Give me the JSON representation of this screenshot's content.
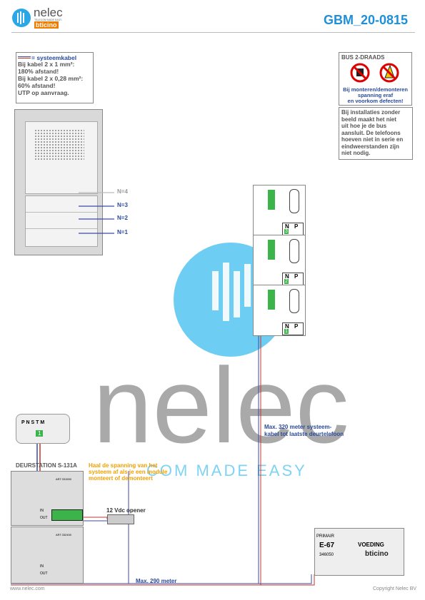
{
  "header": {
    "brand_name": "nelec",
    "brand_tagline": "TELECOM MADE EASY",
    "brand_sub": "bticino",
    "doc_code": "GBM_20-0815"
  },
  "legend": {
    "cable_label": "= systeemkabel",
    "lines": [
      "Bij kabel 2 x 1 mm²:",
      "180% afstand!",
      "Bij kabel 2 x 0,28 mm²:",
      "60% afstand!",
      "UTP op aanvraag."
    ]
  },
  "bus_box": {
    "title": "BUS 2-DRAADS",
    "warning_lines": [
      "Bij monteren/demonteren",
      "spanning eraf",
      "en voorkom defecten!"
    ]
  },
  "info_box": {
    "lines": [
      "Bij installaties zonder",
      "beeld maakt het niet",
      "uit hoe je de bus",
      "aansluit. De telefoons",
      "hoeven niet in serie en",
      "eindweerstanden zijn",
      "niet nodig."
    ]
  },
  "panel_labels": {
    "n4": "N=4",
    "n3": "N=3",
    "n2": "N=2",
    "n1": "N=1"
  },
  "phones": [
    {
      "n_label": "N",
      "p_label": "P",
      "n_value": "3"
    },
    {
      "n_label": "N",
      "p_label": "P",
      "n_value": "2"
    },
    {
      "n_label": "N",
      "p_label": "P",
      "n_value": "1"
    }
  ],
  "distance_note": [
    "Max. 320 meter systeem-",
    "kabel tot laatste deurtelefoon"
  ],
  "door_station": {
    "title": "DEURSTATION S-131A",
    "warning": [
      "Haal de spanning van het",
      "systeem af als je een module",
      "monteert of demonteert"
    ],
    "terminal_labels": [
      "P",
      "N",
      "S",
      "T",
      "M"
    ],
    "terminal_number": "1",
    "module1_code": "ART.331550",
    "module2_code": "ART.332450",
    "in_label": "IN",
    "out_label": "OUT"
  },
  "opener_label": "12 Vdc opener",
  "max290": "Max. 290 meter",
  "power_supply": {
    "primair": "PRIMAIR",
    "model": "E-67",
    "name": "VOEDING",
    "code": "346050",
    "brand": "bticino"
  },
  "footer": {
    "website": "www.nelec.com",
    "copyright": "Copyright Nelec BV"
  },
  "colors": {
    "accent_blue": "#2b4a9a",
    "title_blue": "#1f8fd8",
    "cable_red": "#c0392b",
    "cable_blue": "#3b4aa8",
    "warning_orange": "#f0a000",
    "terminal_green": "#3bb44a"
  }
}
